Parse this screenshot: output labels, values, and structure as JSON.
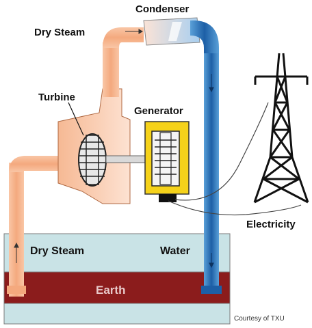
{
  "labels": {
    "condenser": "Condenser",
    "dry_steam_top": "Dry Steam",
    "turbine": "Turbine",
    "generator": "Generator",
    "electricity": "Electricity",
    "dry_steam_ground": "Dry Steam",
    "water": "Water",
    "earth": "Earth",
    "credit": "Courtesy of TXU"
  },
  "colors": {
    "steam": "#f5b38e",
    "steam_light": "#fde0cf",
    "water": "#1f6fb2",
    "water_light": "#a9cdea",
    "ground": "#c9e3e6",
    "earth": "#8b1c1c",
    "generator": "#f5d21a",
    "turbine_housing": "#f8c7a8",
    "tower": "#111111"
  },
  "icons": [
    "turbine-icon",
    "generator-icon",
    "transmission-tower-icon",
    "flow-arrow-icon"
  ]
}
